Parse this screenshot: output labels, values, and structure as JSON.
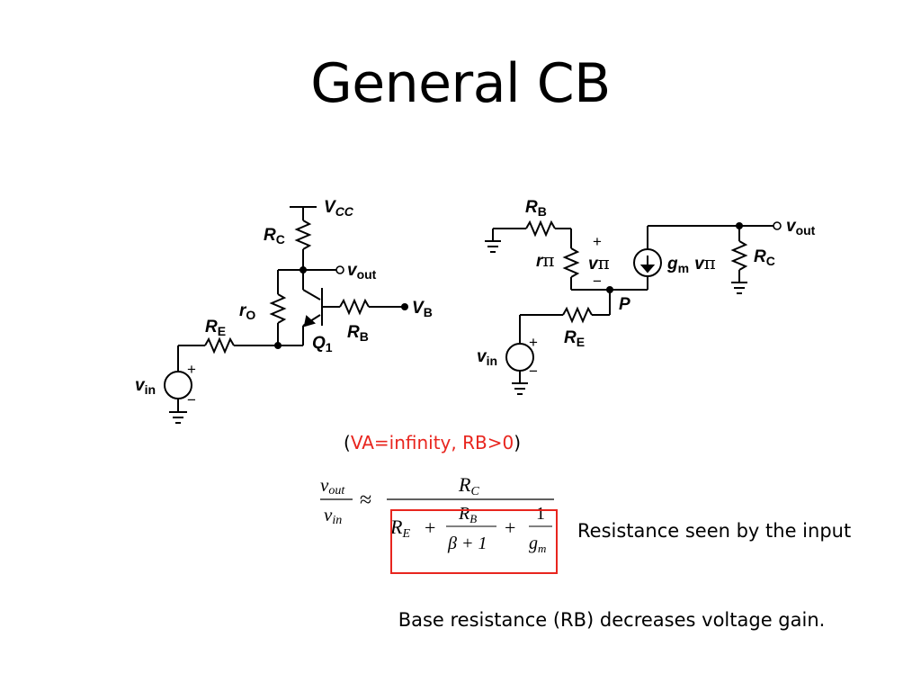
{
  "slide": {
    "title": "General CB",
    "condition_open": "(",
    "condition_text": "VA=infinity, RB>0",
    "condition_close": ")",
    "box_note": "Resistance seen by the input",
    "bottom_note": "Base resistance (RB) decreases voltage gain."
  },
  "circuit_left": {
    "vcc_main": "V",
    "vcc_sub": "CC",
    "rc_main": "R",
    "rc_sub": "C",
    "vout_main": "v",
    "vout_sub": "out",
    "ro_main": "r",
    "ro_sub": "O",
    "vb": "V",
    "vb_sub": "B",
    "re_main": "R",
    "re_sub": "E",
    "q1_main": "Q",
    "q1_sub": "1",
    "rb_main": "R",
    "rb_sub": "B",
    "vin_main": "v",
    "vin_sub": "in",
    "plus": "+",
    "minus": "−"
  },
  "circuit_right": {
    "rb_main": "R",
    "rb_sub": "B",
    "rpi_main": "r",
    "rpi_pi": "π",
    "vpi_main": "v",
    "vpi_pi": "π",
    "gm_main": "g",
    "gm_sub": "m",
    "gm_v": "v",
    "gm_pi": "π",
    "rc_main": "R",
    "rc_sub": "C",
    "vout_main": "v",
    "vout_sub": "out",
    "p_label": "P",
    "re_main": "R",
    "re_sub": "E",
    "vin_main": "v",
    "vin_sub": "in",
    "plus": "+",
    "minus": "−"
  },
  "equation": {
    "lhs_num": "v",
    "lhs_num_sub": "out",
    "lhs_den": "v",
    "lhs_den_sub": "in",
    "approx": "≈",
    "rhs_num": "R",
    "rhs_num_sub": "C",
    "re": "R",
    "re_sub": "E",
    "plus": "+",
    "rb": "R",
    "rb_sub": "B",
    "beta": "β + 1",
    "one": "1",
    "gm": "g",
    "gm_sub": "m"
  },
  "colors": {
    "highlight": "#e8251e",
    "text": "#000000",
    "background": "#ffffff"
  }
}
